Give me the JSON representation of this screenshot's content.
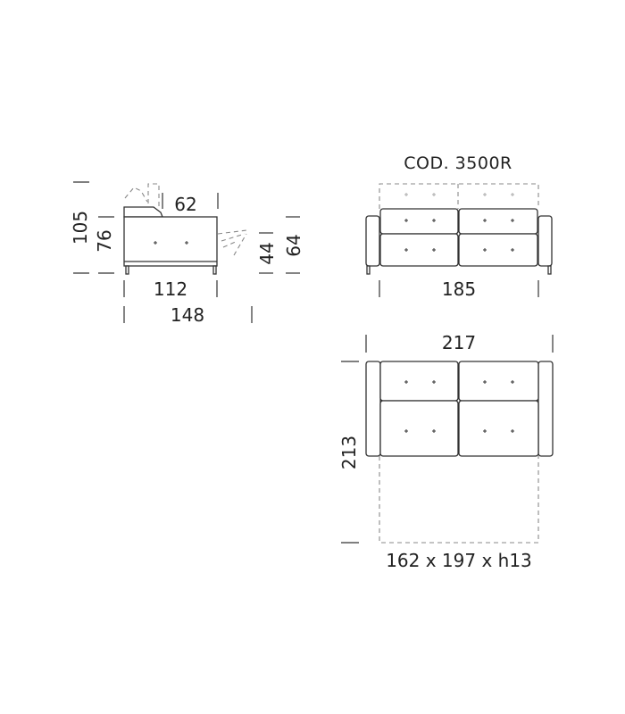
{
  "product_code": "COD. 3500R",
  "side_view": {
    "overall_height": "105",
    "seat_height": "76",
    "headrest_depth": "62",
    "footrest_low": "44",
    "footrest_high": "64",
    "seat_depth": "112",
    "extended_depth": "148"
  },
  "front_view": {
    "width": "185"
  },
  "plan_view": {
    "width": "217",
    "extended_length": "213",
    "mattress_size": "162 x 197 x h13"
  }
}
